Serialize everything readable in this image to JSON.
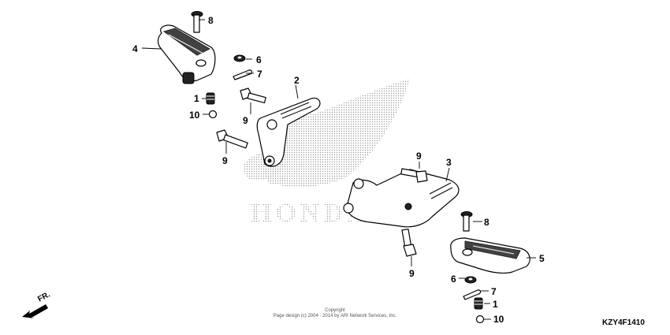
{
  "callouts": {
    "c1a": "1",
    "c1b": "1",
    "c2": "2",
    "c3": "3",
    "c4": "4",
    "c5": "5",
    "c6a": "6",
    "c6b": "6",
    "c7a": "7",
    "c7b": "7",
    "c8a": "8",
    "c8b": "8",
    "c9a": "9",
    "c9b": "9",
    "c9c": "9",
    "c9d": "9",
    "c10a": "10",
    "c10b": "10"
  },
  "watermark": {
    "text": "HONDA"
  },
  "direction": {
    "label": "FR."
  },
  "copyright": {
    "line1": "Copyright",
    "line2": "Page design (c) 2004 - 2014 by ARI Network Services, Inc."
  },
  "diagram_code": "KZY4F1410"
}
